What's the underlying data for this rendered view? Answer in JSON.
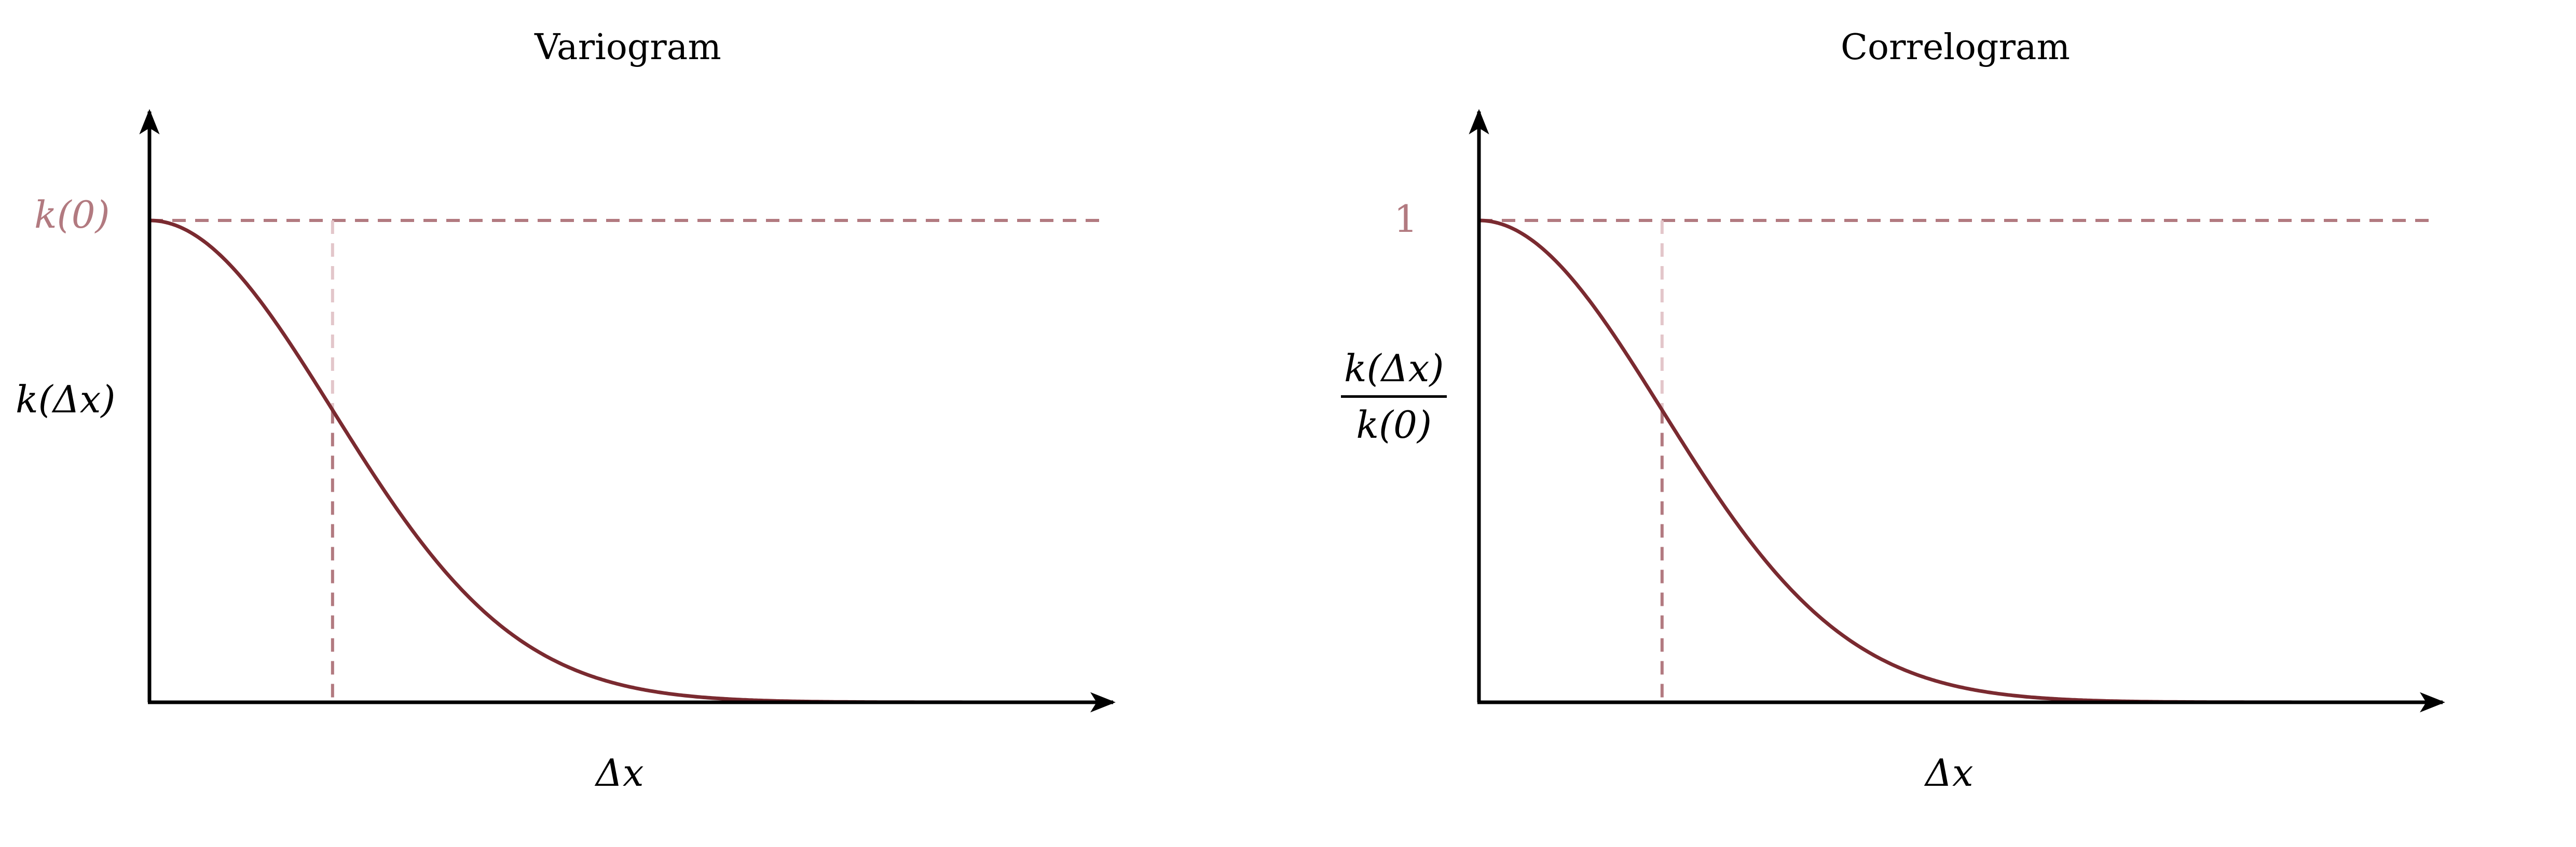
{
  "colors": {
    "curve": "#7a2a30",
    "dashed": "#b27a80",
    "dashed_light": "#e3c6ca",
    "label_accent": "#b27a80",
    "axis": "#000000"
  },
  "panels": [
    {
      "title": "Variogram",
      "x_label": "Δx",
      "y_label": "k(Δx)",
      "y_tick": "k(0)",
      "y_label_is_fraction": false
    },
    {
      "title": "Correlogram",
      "x_label": "Δx",
      "y_label_num": "k(Δx)",
      "y_label_den": "k(0)",
      "y_tick": "1",
      "y_label_is_fraction": true
    }
  ],
  "chart_data": {
    "type": "line",
    "function": "gaussian",
    "reference_x_fraction_of_axis": 0.19
  }
}
